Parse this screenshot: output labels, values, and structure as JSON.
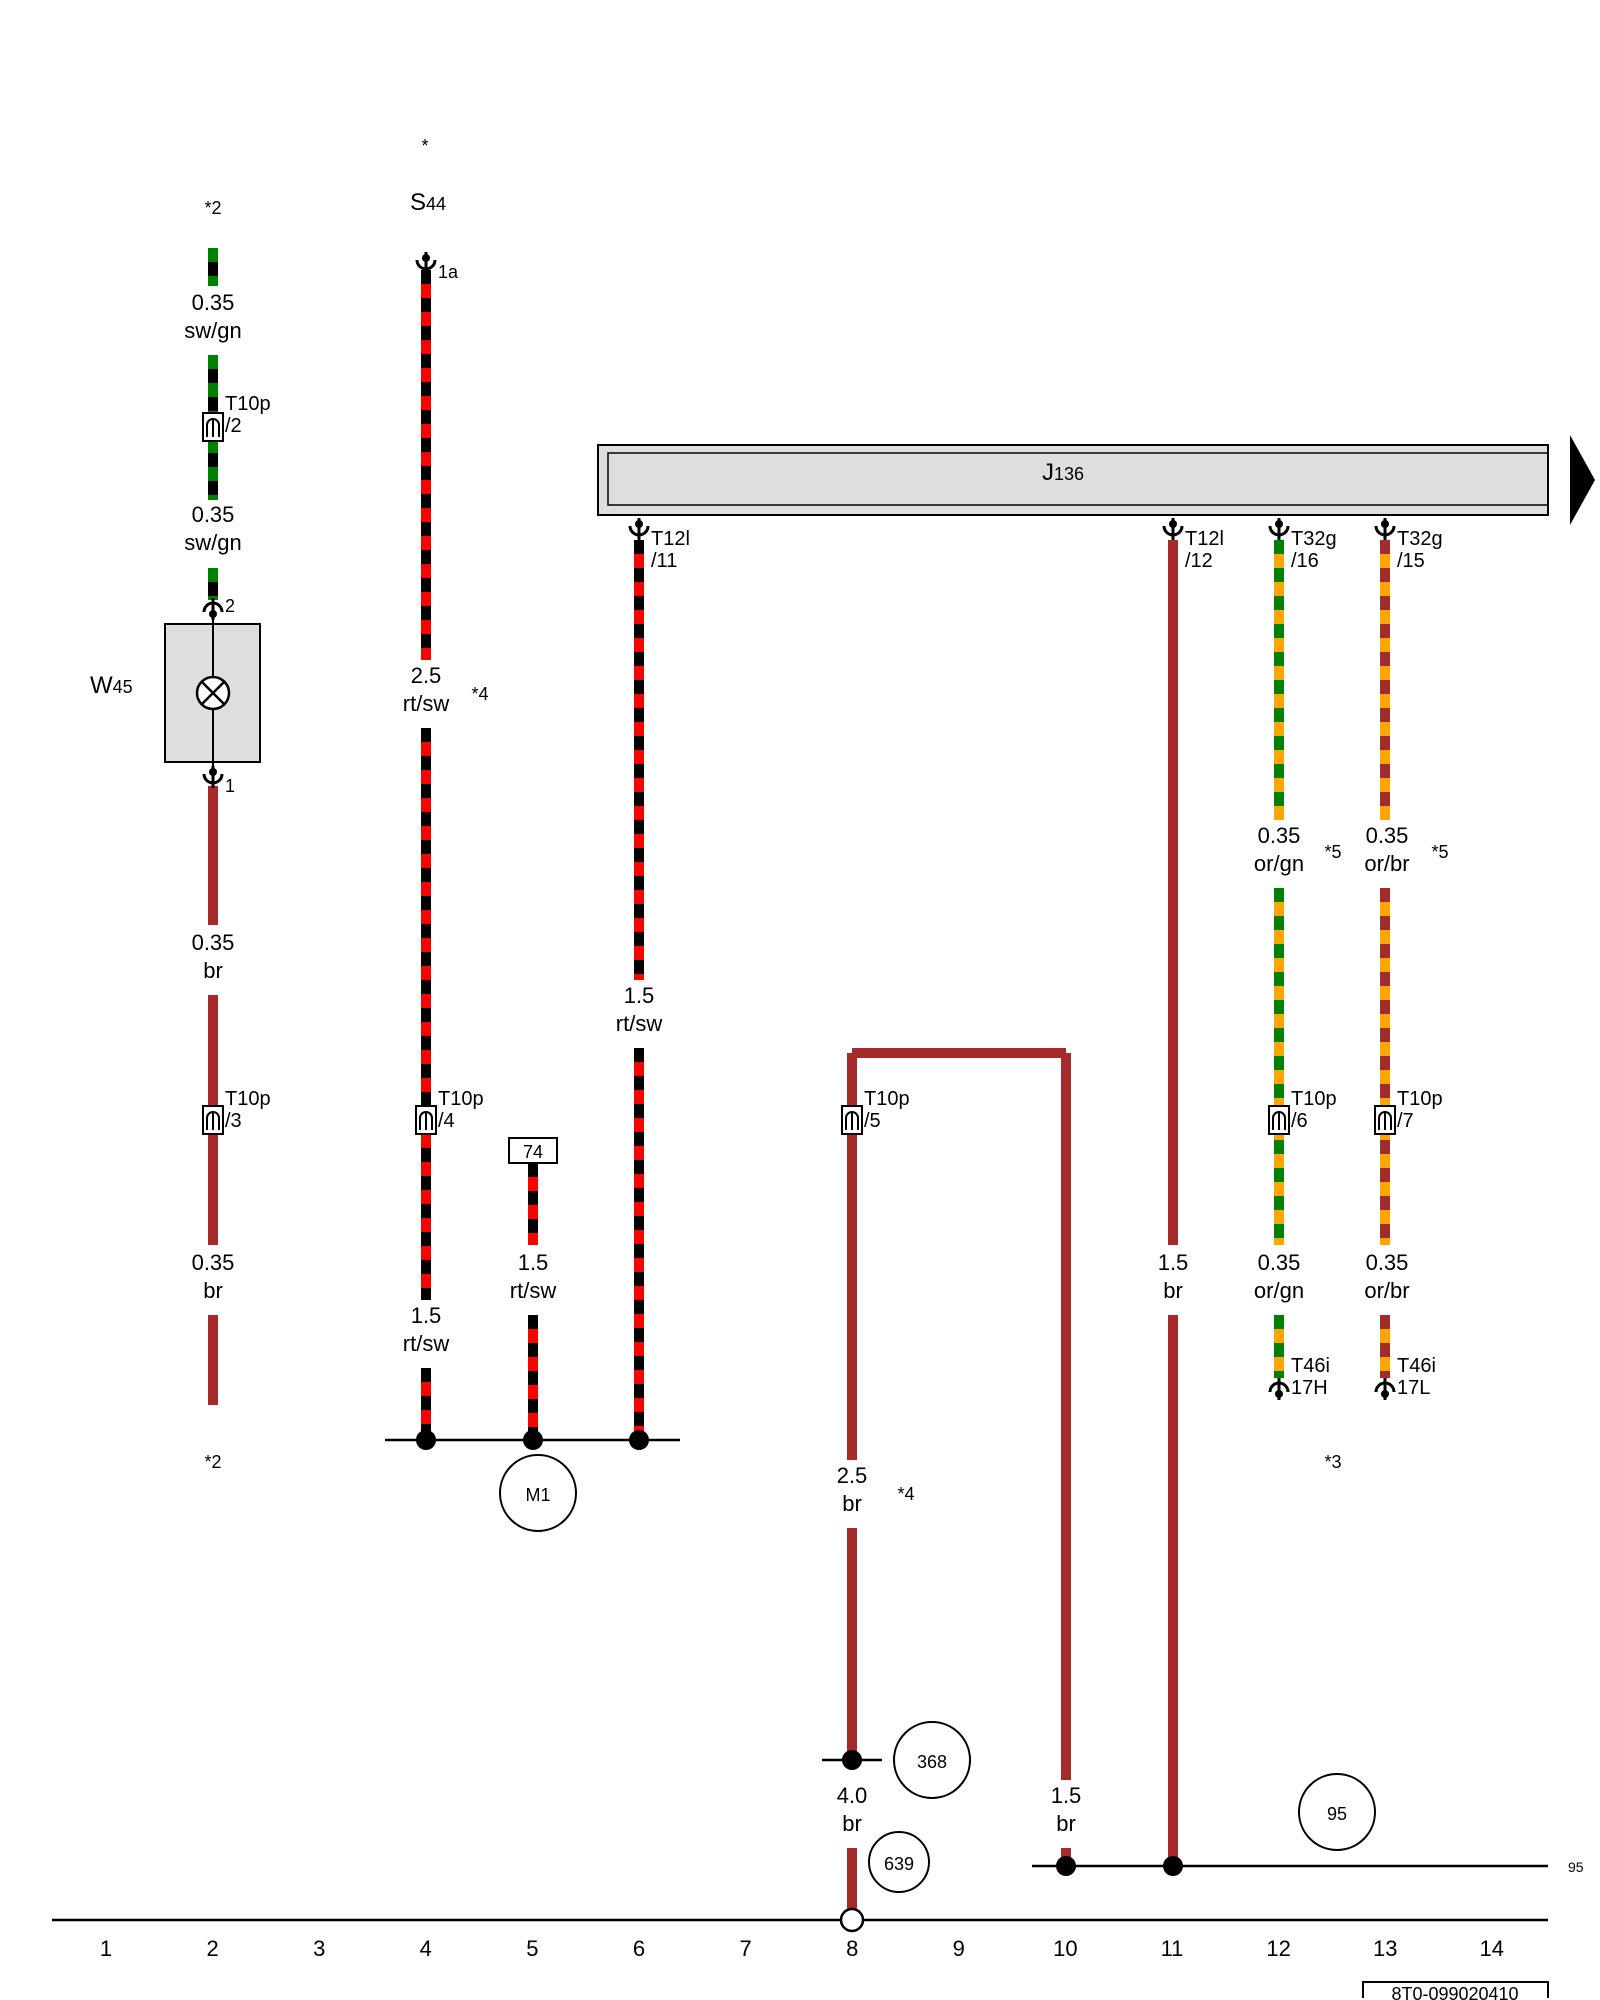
{
  "colors": {
    "brown": "#a52a2a",
    "red": "#ff0000",
    "black": "#000000",
    "green": "#008000",
    "orange": "#ffa500",
    "component_fill": "#dedede"
  },
  "components": {
    "s44": {
      "prefix": "S",
      "sub": "44",
      "asterisk": "*",
      "pin": "1a"
    },
    "w45": {
      "prefix": "W",
      "sub": "45",
      "pin_top": "2",
      "pin_bottom": "1",
      "icon": "lamp-icon"
    },
    "j136": {
      "prefix": "J",
      "sub": "136"
    },
    "m1": {
      "label": "M1"
    },
    "ref_74": {
      "label": "74"
    },
    "ref_368": {
      "label": "368"
    },
    "ref_639": {
      "label": "639"
    },
    "ref_95": {
      "label": "95"
    },
    "ref_95_edge": {
      "label": "95"
    },
    "doc_id": "8T0-099020410"
  },
  "wires": {
    "w2_top": {
      "size": "0.35",
      "color": "sw/gn"
    },
    "w2_mid": {
      "size": "0.35",
      "color": "sw/gn"
    },
    "w2_br1": {
      "size": "0.35",
      "color": "br"
    },
    "w2_br2": {
      "size": "0.35",
      "color": "br"
    },
    "w4_top": {
      "size": "2.5",
      "color": "rt/sw"
    },
    "w4_bot": {
      "size": "1.5",
      "color": "rt/sw"
    },
    "w5": {
      "size": "1.5",
      "color": "rt/sw"
    },
    "w6": {
      "size": "1.5",
      "color": "rt/sw"
    },
    "w8_top": {
      "size": "2.5",
      "color": "br"
    },
    "w8_bot": {
      "size": "4.0",
      "color": "br"
    },
    "w10": {
      "size": "1.5",
      "color": "br"
    },
    "w11": {
      "size": "1.5",
      "color": "br"
    },
    "w12_top": {
      "size": "0.35",
      "color": "or/gn"
    },
    "w12_bot": {
      "size": "0.35",
      "color": "or/gn"
    },
    "w13_top": {
      "size": "0.35",
      "color": "or/br"
    },
    "w13_bot": {
      "size": "0.35",
      "color": "or/br"
    }
  },
  "connectors": {
    "t10p_2": {
      "name": "T10p",
      "pin": "/2"
    },
    "t10p_3": {
      "name": "T10p",
      "pin": "/3"
    },
    "t10p_4": {
      "name": "T10p",
      "pin": "/4"
    },
    "t10p_5": {
      "name": "T10p",
      "pin": "/5"
    },
    "t10p_6": {
      "name": "T10p",
      "pin": "/6"
    },
    "t10p_7": {
      "name": "T10p",
      "pin": "/7"
    },
    "t12l_11": {
      "name": "T12l",
      "pin": "/11"
    },
    "t12l_12": {
      "name": "T12l",
      "pin": "/12"
    },
    "t32g_16": {
      "name": "T32g",
      "pin": "/16"
    },
    "t32g_15": {
      "name": "T32g",
      "pin": "/15"
    },
    "t46i_17h": {
      "name": "T46i",
      "pin": "17H"
    },
    "t46i_17l": {
      "name": "T46i",
      "pin": "17L"
    }
  },
  "footnotes": {
    "n2_top": "*2",
    "n2_bot": "*2",
    "n3": "*3",
    "n4_a": "*4",
    "n4_b": "*4",
    "n5_a": "*5",
    "n5_b": "*5"
  },
  "columns": [
    "1",
    "2",
    "3",
    "4",
    "5",
    "6",
    "7",
    "8",
    "9",
    "10",
    "11",
    "12",
    "13",
    "14"
  ]
}
